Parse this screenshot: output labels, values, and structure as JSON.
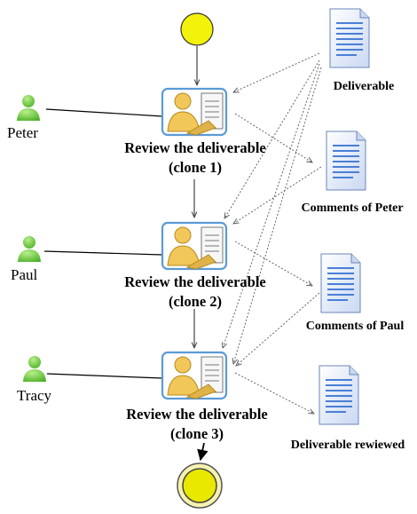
{
  "actors": [
    {
      "name": "Peter"
    },
    {
      "name": "Paul"
    },
    {
      "name": "Tracy"
    }
  ],
  "tasks": [
    {
      "line1": "Review the deliverable",
      "line2": "(clone 1)"
    },
    {
      "line1": "Review the deliverable",
      "line2": "(clone 2)"
    },
    {
      "line1": "Review the deliverable",
      "line2": "(clone 3)"
    }
  ],
  "documents": [
    {
      "label": "Deliverable"
    },
    {
      "label": "Comments of Peter"
    },
    {
      "label": "Comments of Paul"
    },
    {
      "label": "Deliverable rewiewed"
    }
  ],
  "colors": {
    "start_event": "#f2f20a",
    "end_event_outer": "#f6f2b0",
    "end_event_inner": "#e8e800",
    "actor": "#7fd34a",
    "task_border": "#5b9bd5",
    "task_figure": "#f2c75a",
    "document_fill": "#dde7f7",
    "document_line": "#4a7fd6"
  }
}
